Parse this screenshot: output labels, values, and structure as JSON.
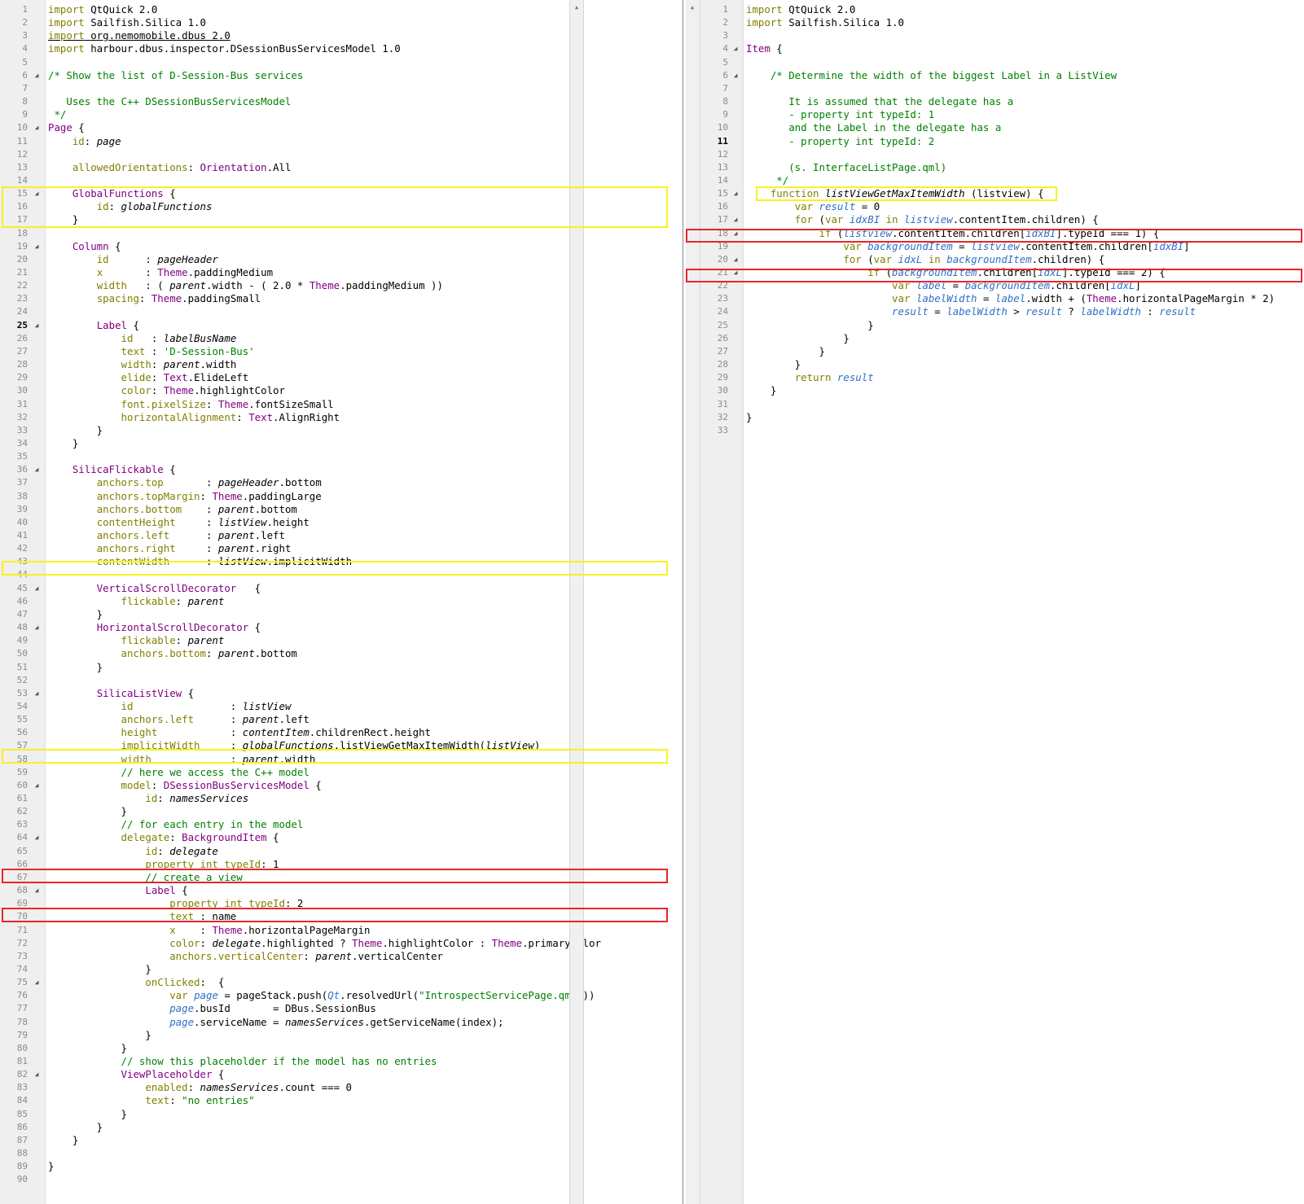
{
  "left_editor": {
    "lines": [
      {
        "n": "1",
        "html": "<span class=\"kw\">import</span> QtQuick 2.0"
      },
      {
        "n": "2",
        "html": "<span class=\"kw\">import</span> Sailfish.Silica 1.0"
      },
      {
        "n": "3",
        "html": "<span class=\"u\"><span class=\"kw\">import</span> org.nemomobile.dbus 2.0</span>"
      },
      {
        "n": "4",
        "html": "<span class=\"kw\">import</span> harbour.dbus.inspector.DSessionBusServicesModel 1.0"
      },
      {
        "n": "5",
        "html": ""
      },
      {
        "n": "6",
        "fold": true,
        "html": "<span class=\"cm\">/* Show the list of D-Session-Bus services</span>"
      },
      {
        "n": "7",
        "html": ""
      },
      {
        "n": "8",
        "html": "<span class=\"cm\">   Uses the C++ DSessionBusServicesModel</span>"
      },
      {
        "n": "9",
        "html": "<span class=\"cm\"> */</span>"
      },
      {
        "n": "10",
        "fold": true,
        "html": "<span class=\"ty\">Page</span> {"
      },
      {
        "n": "11",
        "html": "    <span class=\"kw\">id</span>: <span class=\"it\">page</span>"
      },
      {
        "n": "12",
        "html": ""
      },
      {
        "n": "13",
        "html": "    <span class=\"kw\">allowedOrientations</span>: <span class=\"ty\">Orientation</span>.All"
      },
      {
        "n": "14",
        "html": ""
      },
      {
        "n": "15",
        "fold": true,
        "html": "    <span class=\"ty\">GlobalFunctions</span> {"
      },
      {
        "n": "16",
        "html": "        <span class=\"kw\">id</span>: <span class=\"it\">globalFunctions</span>"
      },
      {
        "n": "17",
        "html": "    }"
      },
      {
        "n": "18",
        "html": ""
      },
      {
        "n": "19",
        "fold": true,
        "html": "    <span class=\"ty\">Column</span> {"
      },
      {
        "n": "20",
        "html": "        <span class=\"kw\">id</span>      : <span class=\"it\">pageHeader</span>"
      },
      {
        "n": "21",
        "html": "        <span class=\"kw\">x</span>       : <span class=\"ty\">Theme</span>.paddingMedium"
      },
      {
        "n": "22",
        "html": "        <span class=\"kw\">width</span>   : ( <span class=\"it\">parent</span>.width - ( 2.0 * <span class=\"ty\">Theme</span>.paddingMedium ))"
      },
      {
        "n": "23",
        "html": "        <span class=\"kw\">spacing</span>: <span class=\"ty\">Theme</span>.paddingSmall"
      },
      {
        "n": "24",
        "html": ""
      },
      {
        "n": "25",
        "fold": true,
        "bold": true,
        "html": "        <span class=\"ty\">Label</span> {"
      },
      {
        "n": "26",
        "html": "            <span class=\"kw\">id</span>   : <span class=\"it\">labelBusName</span>"
      },
      {
        "n": "27",
        "html": "            <span class=\"kw\">text</span> : <span class=\"st\">'D-Session-Bus'</span>"
      },
      {
        "n": "28",
        "html": "            <span class=\"kw\">width</span>: <span class=\"it\">parent</span>.width"
      },
      {
        "n": "29",
        "html": "            <span class=\"kw\">elide</span>: <span class=\"ty\">Text</span>.ElideLeft"
      },
      {
        "n": "30",
        "html": "            <span class=\"kw\">color</span>: <span class=\"ty\">Theme</span>.highlightColor"
      },
      {
        "n": "31",
        "html": "            <span class=\"kw\">font.pixelSize</span>: <span class=\"ty\">Theme</span>.fontSizeSmall"
      },
      {
        "n": "32",
        "html": "            <span class=\"kw\">horizontalAlignment</span>: <span class=\"ty\">Text</span>.AlignRight"
      },
      {
        "n": "33",
        "html": "        }"
      },
      {
        "n": "34",
        "html": "    }"
      },
      {
        "n": "35",
        "html": ""
      },
      {
        "n": "36",
        "fold": true,
        "html": "    <span class=\"ty\">SilicaFlickable</span> {"
      },
      {
        "n": "37",
        "html": "        <span class=\"kw\">anchors.top</span>       : <span class=\"it\">pageHeader</span>.bottom"
      },
      {
        "n": "38",
        "html": "        <span class=\"kw\">anchors.topMargin</span>: <span class=\"ty\">Theme</span>.paddingLarge"
      },
      {
        "n": "39",
        "html": "        <span class=\"kw\">anchors.bottom</span>    : <span class=\"it\">parent</span>.bottom"
      },
      {
        "n": "40",
        "html": "        <span class=\"kw\">contentHeight</span>     : <span class=\"it\">listView</span>.height"
      },
      {
        "n": "41",
        "html": "        <span class=\"kw\">anchors.left</span>      : <span class=\"it\">parent</span>.left"
      },
      {
        "n": "42",
        "html": "        <span class=\"kw\">anchors.right</span>     : <span class=\"it\">parent</span>.right"
      },
      {
        "n": "43",
        "html": "        <span class=\"kw\">contentWidth</span>      : <span class=\"it\">listView</span>.implicitWidth"
      },
      {
        "n": "44",
        "html": ""
      },
      {
        "n": "45",
        "fold": true,
        "html": "        <span class=\"ty\">VerticalScrollDecorator</span>   {"
      },
      {
        "n": "46",
        "html": "            <span class=\"kw\">flickable</span>: <span class=\"it\">parent</span>"
      },
      {
        "n": "47",
        "html": "        }"
      },
      {
        "n": "48",
        "fold": true,
        "html": "        <span class=\"ty\">HorizontalScrollDecorator</span> {"
      },
      {
        "n": "49",
        "html": "            <span class=\"kw\">flickable</span>: <span class=\"it\">parent</span>"
      },
      {
        "n": "50",
        "html": "            <span class=\"kw\">anchors.bottom</span>: <span class=\"it\">parent</span>.bottom"
      },
      {
        "n": "51",
        "html": "        }"
      },
      {
        "n": "52",
        "html": ""
      },
      {
        "n": "53",
        "fold": true,
        "html": "        <span class=\"ty\">SilicaListView</span> {"
      },
      {
        "n": "54",
        "html": "            <span class=\"kw\">id</span>                : <span class=\"it\">listView</span>"
      },
      {
        "n": "55",
        "html": "            <span class=\"kw\">anchors.left</span>      : <span class=\"it\">parent</span>.left"
      },
      {
        "n": "56",
        "html": "            <span class=\"kw\">height</span>            : <span class=\"it\">contentItem</span>.childrenRect.height"
      },
      {
        "n": "57",
        "html": "            <span class=\"kw\">implicitWidth</span>     : <span class=\"it\">globalFunctions</span>.listViewGetMaxItemWidth(<span class=\"it\">listView</span>)"
      },
      {
        "n": "58",
        "html": "            <span class=\"kw\">width</span>             : <span class=\"it\">parent</span>.width"
      },
      {
        "n": "59",
        "html": "            <span class=\"cm\">// here we access the C++ model</span>"
      },
      {
        "n": "60",
        "fold": true,
        "html": "            <span class=\"kw\">model</span>: <span class=\"ty\">DSessionBusServicesModel</span> {"
      },
      {
        "n": "61",
        "html": "                <span class=\"kw\">id</span>: <span class=\"it\">namesServices</span>"
      },
      {
        "n": "62",
        "html": "            }"
      },
      {
        "n": "63",
        "html": "            <span class=\"cm\">// for each entry in the model</span>"
      },
      {
        "n": "64",
        "fold": true,
        "html": "            <span class=\"kw\">delegate</span>: <span class=\"ty\">BackgroundItem</span> {"
      },
      {
        "n": "65",
        "html": "                <span class=\"kw\">id</span>: <span class=\"it\">delegate</span>"
      },
      {
        "n": "66",
        "html": "                <span class=\"kw\">property</span> <span class=\"kw\">int</span> <span class=\"kw\">typeId</span>: 1"
      },
      {
        "n": "67",
        "html": "                <span class=\"cm\">// create a view</span>"
      },
      {
        "n": "68",
        "fold": true,
        "html": "                <span class=\"ty\">Label</span> {"
      },
      {
        "n": "69",
        "html": "                    <span class=\"kw\">property</span> <span class=\"kw\">int</span> <span class=\"kw\">typeId</span>: 2"
      },
      {
        "n": "70",
        "html": "                    <span class=\"kw\">text</span> : name"
      },
      {
        "n": "71",
        "html": "                    <span class=\"kw\">x</span>    : <span class=\"ty\">Theme</span>.horizontalPageMargin"
      },
      {
        "n": "72",
        "html": "                    <span class=\"kw\">color</span>: <span class=\"it\">delegate</span>.highlighted ? <span class=\"ty\">Theme</span>.highlightColor : <span class=\"ty\">Theme</span>.primaryColor"
      },
      {
        "n": "73",
        "html": "                    <span class=\"kw\">anchors.verticalCenter</span>: <span class=\"it\">parent</span>.verticalCenter"
      },
      {
        "n": "74",
        "html": "                }"
      },
      {
        "n": "75",
        "fold": true,
        "html": "                <span class=\"kw\">onClicked</span>:  {"
      },
      {
        "n": "76",
        "html": "                    <span class=\"kw\">var</span> <span class=\"jv\">page</span> = pageStack.push(<span class=\"jv\">Qt</span>.resolvedUrl(<span class=\"st\">\"IntrospectServicePage.qml\"</span>))"
      },
      {
        "n": "77",
        "html": "                    <span class=\"jv\">page</span>.busId       = DBus.SessionBus"
      },
      {
        "n": "78",
        "html": "                    <span class=\"jv\">page</span>.serviceName = <span class=\"it\">namesServices</span>.getServiceName(index);"
      },
      {
        "n": "79",
        "html": "                }"
      },
      {
        "n": "80",
        "html": "            }"
      },
      {
        "n": "81",
        "html": "            <span class=\"cm\">// show this placeholder if the model has no entries</span>"
      },
      {
        "n": "82",
        "fold": true,
        "html": "            <span class=\"ty\">ViewPlaceholder</span> {"
      },
      {
        "n": "83",
        "html": "                <span class=\"kw\">enabled</span>: <span class=\"it\">namesServices</span>.count === 0"
      },
      {
        "n": "84",
        "html": "                <span class=\"kw\">text</span>: <span class=\"st\">\"no entries\"</span>"
      },
      {
        "n": "85",
        "html": "            }"
      },
      {
        "n": "86",
        "html": "        }"
      },
      {
        "n": "87",
        "html": "    }"
      },
      {
        "n": "88",
        "html": ""
      },
      {
        "n": "89",
        "html": "}"
      },
      {
        "n": "90",
        "html": ""
      }
    ]
  },
  "right_editor": {
    "lines": [
      {
        "n": "1",
        "html": "<span class=\"kw\">import</span> QtQuick 2.0"
      },
      {
        "n": "2",
        "html": "<span class=\"kw\">import</span> Sailfish.Silica 1.0"
      },
      {
        "n": "3",
        "html": ""
      },
      {
        "n": "4",
        "fold": true,
        "html": "<span class=\"ty\">Item</span> {"
      },
      {
        "n": "5",
        "html": ""
      },
      {
        "n": "6",
        "fold": true,
        "html": "    <span class=\"cm\">/* Determine the width of the biggest Label in a ListView</span>"
      },
      {
        "n": "7",
        "html": ""
      },
      {
        "n": "8",
        "html": "<span class=\"cm\">       It is assumed that the delegate has a</span>"
      },
      {
        "n": "9",
        "html": "<span class=\"cm\">       - property int typeId: 1</span>"
      },
      {
        "n": "10",
        "html": "<span class=\"cm\">       and the Label in the delegate has a</span>"
      },
      {
        "n": "11",
        "bold": true,
        "html": "<span class=\"cm\">       - property int typeId: 2</span>"
      },
      {
        "n": "12",
        "html": ""
      },
      {
        "n": "13",
        "html": "<span class=\"cm\">       (s. InterfaceListPage.qml)</span>"
      },
      {
        "n": "14",
        "html": "<span class=\"cm\">     */</span>"
      },
      {
        "n": "15",
        "fold": true,
        "html": "    <span class=\"kw\">function</span> <span class=\"it\">listViewGetMaxItemWidth</span> (listview) {"
      },
      {
        "n": "16",
        "html": "        <span class=\"kw\">var</span> <span class=\"jv\">result</span> = 0"
      },
      {
        "n": "17",
        "fold": true,
        "html": "        <span class=\"kw\">for</span> (<span class=\"kw\">var</span> <span class=\"jv\">idxBI</span> <span class=\"kw\">in</span> <span class=\"jv\">listview</span>.contentItem.children) {"
      },
      {
        "n": "18",
        "fold": true,
        "html": "            <span class=\"kw\">if</span> (<span class=\"jv\">listview</span>.contentItem.children[<span class=\"jv\">idxBI</span>].typeId === 1) {"
      },
      {
        "n": "19",
        "html": "                <span class=\"kw\">var</span> <span class=\"jv\">backgroundItem</span> = <span class=\"jv\">listview</span>.contentItem.children[<span class=\"jv\">idxBI</span>]"
      },
      {
        "n": "20",
        "fold": true,
        "html": "                <span class=\"kw\">for</span> (<span class=\"kw\">var</span> <span class=\"jv\">idxL</span> <span class=\"kw\">in</span> <span class=\"jv\">backgroundItem</span>.children) {"
      },
      {
        "n": "21",
        "fold": true,
        "html": "                    <span class=\"kw\">if</span> (<span class=\"jv\">backgroundItem</span>.children[<span class=\"jv\">idxL</span>].typeId === 2) {"
      },
      {
        "n": "22",
        "html": "                        <span class=\"kw\">var</span> <span class=\"jv\">label</span> = <span class=\"jv\">backgroundItem</span>.children[<span class=\"jv\">idxL</span>]"
      },
      {
        "n": "23",
        "html": "                        <span class=\"kw\">var</span> <span class=\"jv\">labelWidth</span> = <span class=\"jv\">label</span>.width + (<span class=\"ty\">Theme</span>.horizontalPageMargin * 2)"
      },
      {
        "n": "24",
        "html": "                        <span class=\"jv\">result</span> = <span class=\"jv\">labelWidth</span> &gt; <span class=\"jv\">result</span> ? <span class=\"jv\">labelWidth</span> : <span class=\"jv\">result</span>"
      },
      {
        "n": "25",
        "html": "                    }"
      },
      {
        "n": "26",
        "html": "                }"
      },
      {
        "n": "27",
        "html": "            }"
      },
      {
        "n": "28",
        "html": "        }"
      },
      {
        "n": "29",
        "html": "        <span class=\"kw\">return</span> <span class=\"jv\">result</span>"
      },
      {
        "n": "30",
        "html": "    }"
      },
      {
        "n": "31",
        "html": ""
      },
      {
        "n": "32",
        "html": "}"
      },
      {
        "n": "33",
        "html": ""
      }
    ]
  },
  "highlight_colors": {
    "yellow": "#f7f220",
    "red": "#e8262b"
  }
}
